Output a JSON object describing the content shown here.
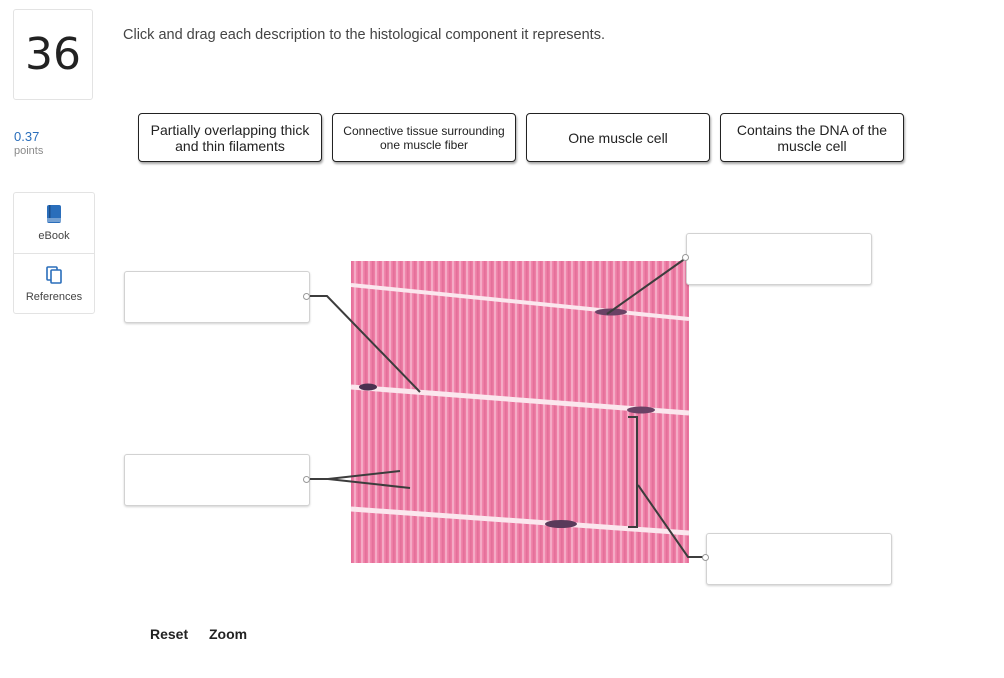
{
  "question": {
    "number": "36",
    "points_value": "0.37",
    "points_label": "points"
  },
  "tools": {
    "ebook": "eBook",
    "references": "References"
  },
  "instruction": "Click and drag each description to the histological component it represents.",
  "choices": [
    "Partially overlapping thick and thin filaments",
    "Connective tissue surrounding one muscle fiber",
    "One muscle cell",
    "Contains the DNA of the muscle cell"
  ],
  "drop_targets": [
    "",
    "",
    "",
    ""
  ],
  "controls": {
    "reset": "Reset",
    "zoom": "Zoom"
  },
  "colors": {
    "accent": "#2a6ebb",
    "tissue": "#ef7fa7",
    "line": "#3d3d3d"
  }
}
